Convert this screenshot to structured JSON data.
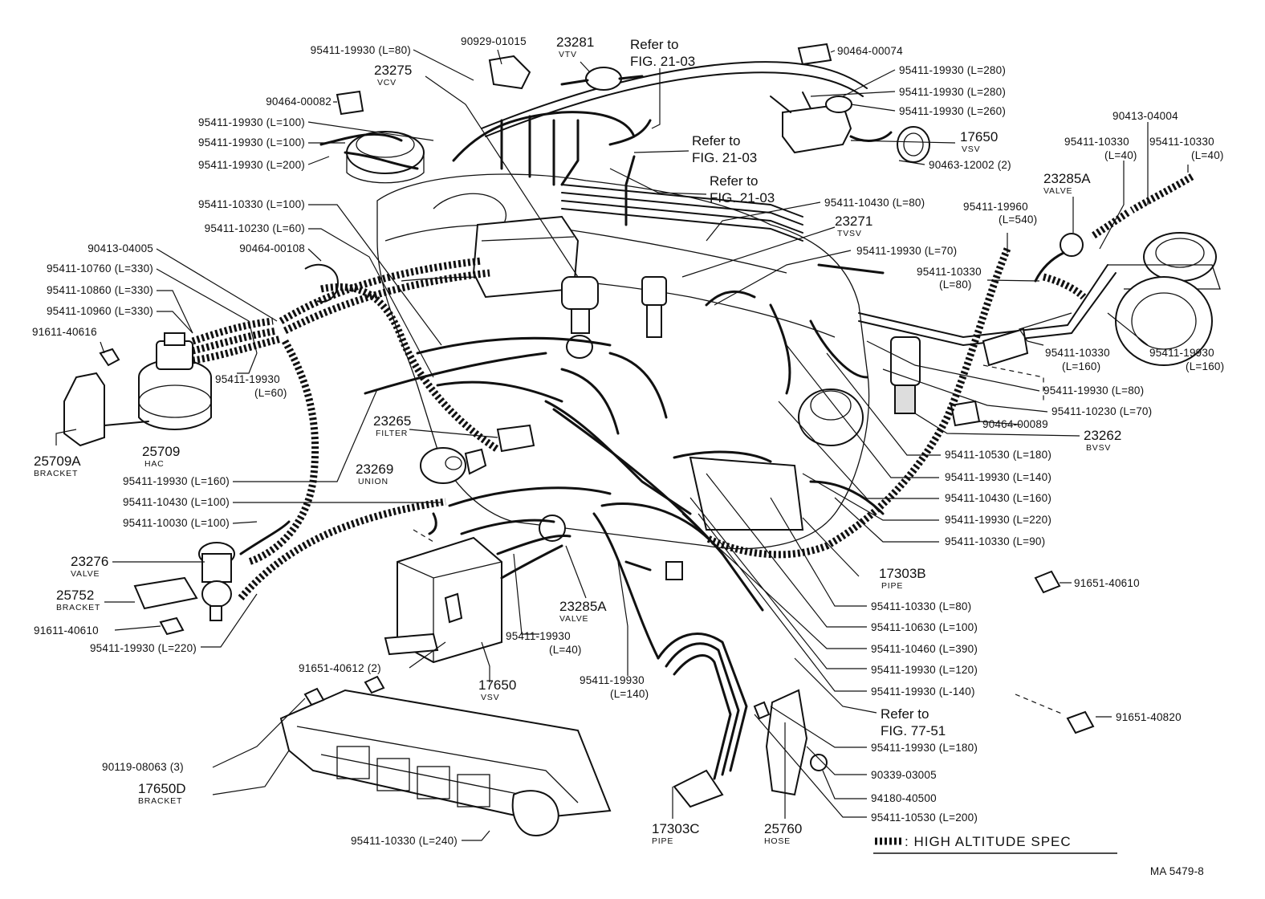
{
  "labels": {
    "l01": "95411-19930 (L=80)",
    "l02": "90929-01015",
    "l03": "23281",
    "l03s": "VTV",
    "l04a": "Refer to",
    "l04b": "FIG. 21-03",
    "l05": "90464-00074",
    "l06": "23275",
    "l06s": "VCV",
    "l07": "95411-19930 (L=280)",
    "l08": "95411-19930 (L=280)",
    "l09": "90464-00082",
    "l10": "95411-19930 (L=260)",
    "l11": "90413-04004",
    "l12": "95411-19930 (L=100)",
    "l13": "95411-19930 (L=100)",
    "l14a": "Refer to",
    "l14b": "FIG. 21-03",
    "l15": "17650",
    "l15s": "VSV",
    "l16a": "95411-10330",
    "l16b": "(L=40)",
    "l17a": "95411-10330",
    "l17b": "(L=40)",
    "l18": "95411-19930 (L=200)",
    "l19": "90463-12002 (2)",
    "l20a": "Refer to",
    "l20b": "FIG. 21-03",
    "l21": "23285A",
    "l21s": "VALVE",
    "l22": "95411-10330 (L=100)",
    "l23": "95411-10430 (L=80)",
    "l24a": "95411-19960",
    "l24b": "(L=540)",
    "l25": "95411-10230 (L=60)",
    "l26": "23271",
    "l26s": "TVSV",
    "l27": "90413-04005",
    "l28": "90464-00108",
    "l29": "95411-19930 (L=70)",
    "l30": "95411-10760 (L=330)",
    "l31a": "95411-10330",
    "l31b": "(L=80)",
    "l32": "95411-10860 (L=330)",
    "l33": "95411-10960 (L=330)",
    "l34": "91611-40616",
    "l35a": "95411-10330",
    "l35b": "(L=160)",
    "l36a": "95411-19930",
    "l36b": "(L=160)",
    "l37a": "95411-19930",
    "l37b": "(L=60)",
    "l38": "95411-19930 (L=80)",
    "l39": "95411-10230 (L=70)",
    "l40": "90464-00089",
    "l41": "23265",
    "l41s": "FILTER",
    "l42": "25709A",
    "l42s": "BRACKET",
    "l43": "25709",
    "l43s": "HAC",
    "l44": "23262",
    "l44s": "BVSV",
    "l45": "23269",
    "l45s": "UNION",
    "l46": "95411-10530 (L=180)",
    "l47": "95411-19930 (L=160)",
    "l48": "95411-19930 (L=140)",
    "l49": "95411-10430 (L=100)",
    "l50": "95411-10430 (L=160)",
    "l51": "95411-10030 (L=100)",
    "l52": "95411-19930 (L=220)",
    "l53": "95411-10330 (L=90)",
    "l54": "23276",
    "l54s": "VALVE",
    "l55": "17303B",
    "l55s": "PIPE",
    "l56": "91651-40610",
    "l57": "25752",
    "l57s": "BRACKET",
    "l58": "23285A",
    "l58s": "VALVE",
    "l59": "95411-10330 (L=80)",
    "l60": "91611-40610",
    "l61": "95411-10630 (L=100)",
    "l62": "95411-19930 (L=220)",
    "l63a": "95411-19930",
    "l63b": "(L=40)",
    "l64": "95411-10460 (L=390)",
    "l65": "95411-19930 (L=120)",
    "l66": "91651-40612 (2)",
    "l67": "17650",
    "l67s": "VSV",
    "l68a": "95411-19930",
    "l68b": "(L=140)",
    "l69": "95411-19930 (L-140)",
    "l70a": "Refer to",
    "l70b": "FIG. 77-51",
    "l71": "91651-40820",
    "l72": "95411-19930 (L=180)",
    "l73": "90119-08063 (3)",
    "l74": "90339-03005",
    "l75": "17650D",
    "l75s": "BRACKET",
    "l76": "94180-40500",
    "l77": "95411-10530 (L=200)",
    "l78": "95411-10330 (L=240)",
    "l79": "17303C",
    "l79s": "PIPE",
    "l80": "25760",
    "l80s": "HOSE"
  },
  "legend": {
    "text": ": HIGH  ALTITUDE  SPEC"
  },
  "figure_code": "MA  5479-8"
}
